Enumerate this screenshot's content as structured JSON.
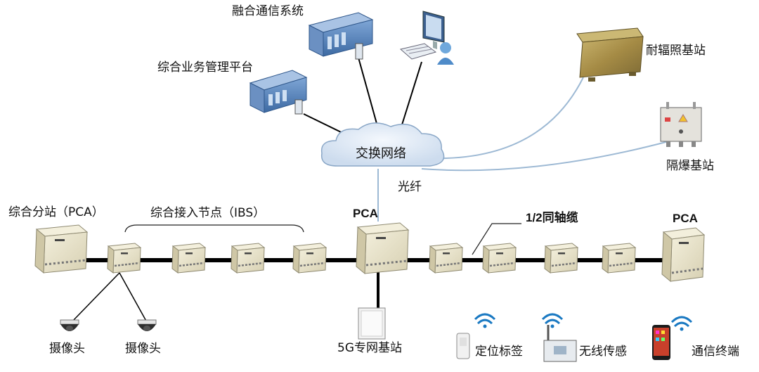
{
  "labels": {
    "fusion_comm_system": "融合通信系统",
    "integrated_mgmt_platform": "综合业务管理平台",
    "radiation_station": "耐辐照基站",
    "explosion_station": "隔爆基站",
    "switch_network": "交换网络",
    "fiber": "光纤",
    "substation_pca": "综合分站（PCA）",
    "access_node_ibs": "综合接入节点（IBS）",
    "pca_center": "PCA",
    "coax": "1/2同轴缆",
    "pca_right": "PCA",
    "camera_1": "摄像头",
    "camera_2": "摄像头",
    "base_5g": "5G专网基站",
    "positioning_tag": "定位标签",
    "wireless_sensor": "无线传感",
    "comm_terminal": "通信终端"
  },
  "colors": {
    "cloud_fill": "#dfe9f5",
    "cloud_stroke": "#8aa7c7",
    "fiber_line": "#9db9d4",
    "cable": "#000000",
    "box_fill": "#ece6cc",
    "box_stroke": "#8f8a72",
    "server_blue": "#4f7fb8",
    "wifi": "#1a79c2"
  }
}
